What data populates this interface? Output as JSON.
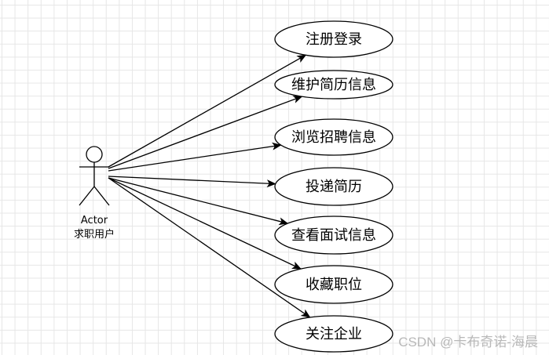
{
  "actor": {
    "name": "Actor",
    "label": "求职用户"
  },
  "use_cases": [
    {
      "label": "注册登录"
    },
    {
      "label": "维护简历信息"
    },
    {
      "label": "浏览招聘信息"
    },
    {
      "label": "投递简历"
    },
    {
      "label": "查看面试信息"
    },
    {
      "label": "收藏职位"
    },
    {
      "label": "关注企业"
    }
  ],
  "watermark": "CSDN @卡布奇诺-海晨",
  "colors": {
    "stroke": "#000000",
    "grid": "#e6e6e6",
    "watermark": "#b8b8b8"
  }
}
